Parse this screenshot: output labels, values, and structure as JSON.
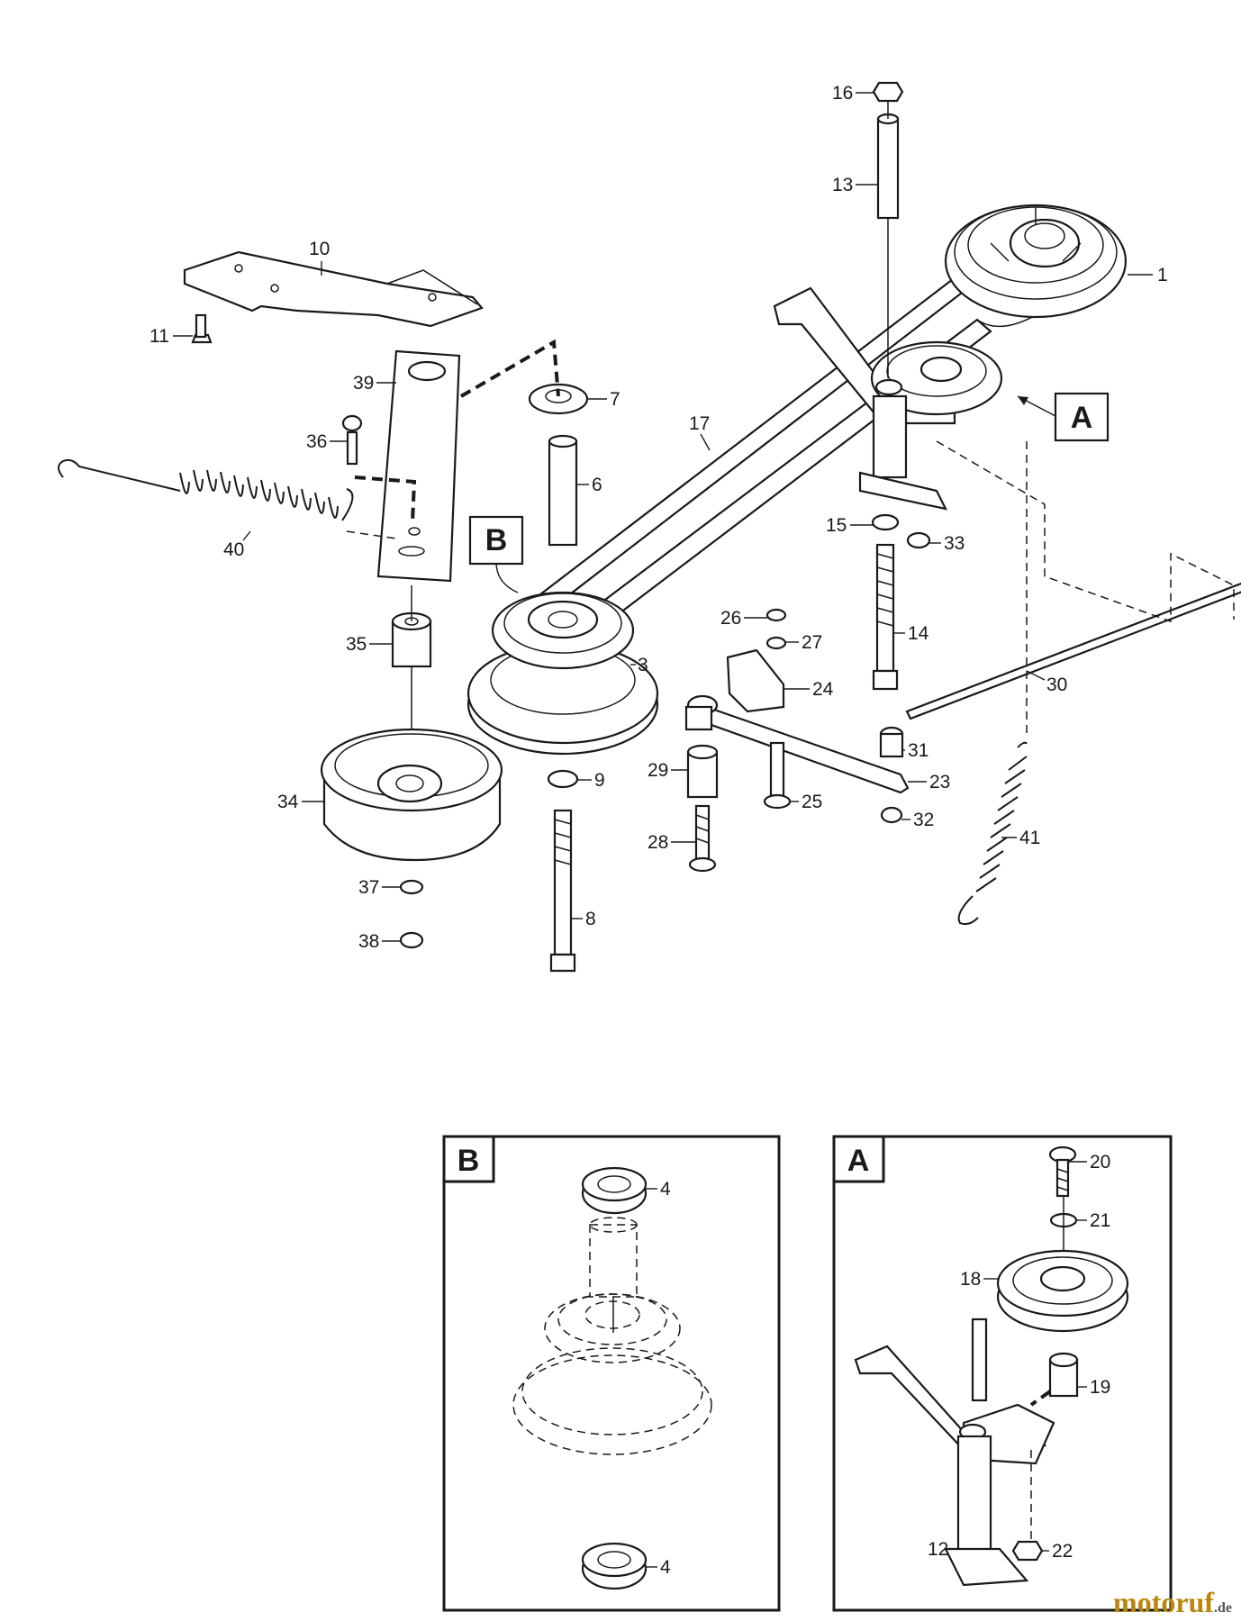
{
  "callouts": {
    "A": "A",
    "B": "B"
  },
  "parts": {
    "p1": "1",
    "p3": "3",
    "p4a": "4",
    "p4b": "4",
    "p6": "6",
    "p7": "7",
    "p8": "8",
    "p9": "9",
    "p10": "10",
    "p11": "11",
    "p12": "12",
    "p13": "13",
    "p14": "14",
    "p15": "15",
    "p16": "16",
    "p17": "17",
    "p18": "18",
    "p19": "19",
    "p20": "20",
    "p21": "21",
    "p22": "22",
    "p23": "23",
    "p24": "24",
    "p25": "25",
    "p26": "26",
    "p27": "27",
    "p28": "28",
    "p29": "29",
    "p30": "30",
    "p31": "31",
    "p32": "32",
    "p33": "33",
    "p34": "34",
    "p35": "35",
    "p36": "36",
    "p37": "37",
    "p38": "38",
    "p39": "39",
    "p40": "40",
    "p41": "41"
  },
  "detail_boxes": {
    "B": "B",
    "A": "A"
  },
  "watermark": {
    "brand": "motoruf",
    "tld": ".de",
    "color": "#b8860b"
  }
}
